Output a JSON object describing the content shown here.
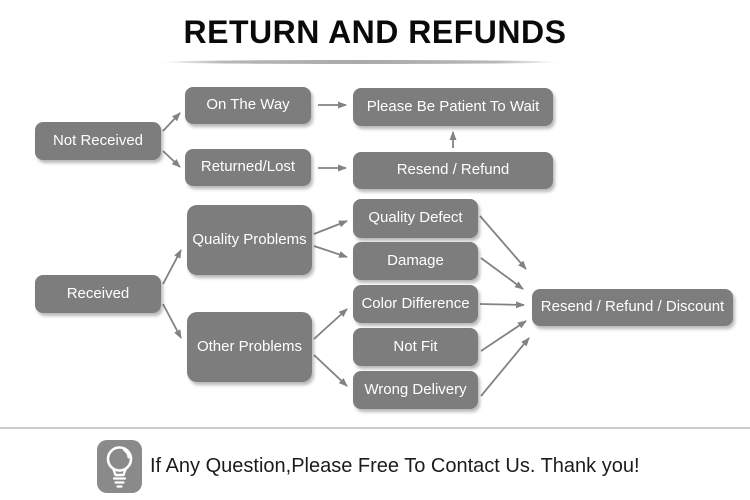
{
  "title": "RETURN AND REFUNDS",
  "nodes": {
    "not_received": {
      "label": "Not Received"
    },
    "on_the_way": {
      "label": "On The Way"
    },
    "returned_lost": {
      "label": "Returned/Lost"
    },
    "please_wait": {
      "label": "Please Be Patient To Wait"
    },
    "resend_refund": {
      "label": "Resend / Refund"
    },
    "received": {
      "label": "Received"
    },
    "quality_problems": {
      "label": "Quality Problems"
    },
    "other_problems": {
      "label": "Other Problems"
    },
    "quality_defect": {
      "label": "Quality Defect"
    },
    "damage": {
      "label": "Damage"
    },
    "color_difference": {
      "label": "Color Difference"
    },
    "not_fit": {
      "label": "Not Fit"
    },
    "wrong_delivery": {
      "label": "Wrong Delivery"
    },
    "resend_refund_discount": {
      "label": "Resend / Refund / Discount"
    }
  },
  "edges": [
    {
      "from": "not_received",
      "to": "on_the_way"
    },
    {
      "from": "not_received",
      "to": "returned_lost"
    },
    {
      "from": "on_the_way",
      "to": "please_wait"
    },
    {
      "from": "returned_lost",
      "to": "resend_refund"
    },
    {
      "from": "resend_refund",
      "to": "please_wait"
    },
    {
      "from": "received",
      "to": "quality_problems"
    },
    {
      "from": "received",
      "to": "other_problems"
    },
    {
      "from": "quality_problems",
      "to": "quality_defect"
    },
    {
      "from": "quality_problems",
      "to": "damage"
    },
    {
      "from": "other_problems",
      "to": "color_difference"
    },
    {
      "from": "other_problems",
      "to": "wrong_delivery"
    },
    {
      "from": "quality_defect",
      "to": "resend_refund_discount"
    },
    {
      "from": "damage",
      "to": "resend_refund_discount"
    },
    {
      "from": "color_difference",
      "to": "resend_refund_discount"
    },
    {
      "from": "not_fit",
      "to": "resend_refund_discount"
    },
    {
      "from": "wrong_delivery",
      "to": "resend_refund_discount"
    }
  ],
  "footer": {
    "icon": "light-bulb-icon",
    "text": "If Any Question,Please Free To Contact Us. Thank you!"
  },
  "colors": {
    "node_fill": "#7d7d7d",
    "node_text": "#ffffff",
    "arrow": "#828282",
    "title_text": "#0a0a0a",
    "divider": "#cdcdcd",
    "icon_bg": "#8a8a8a"
  }
}
